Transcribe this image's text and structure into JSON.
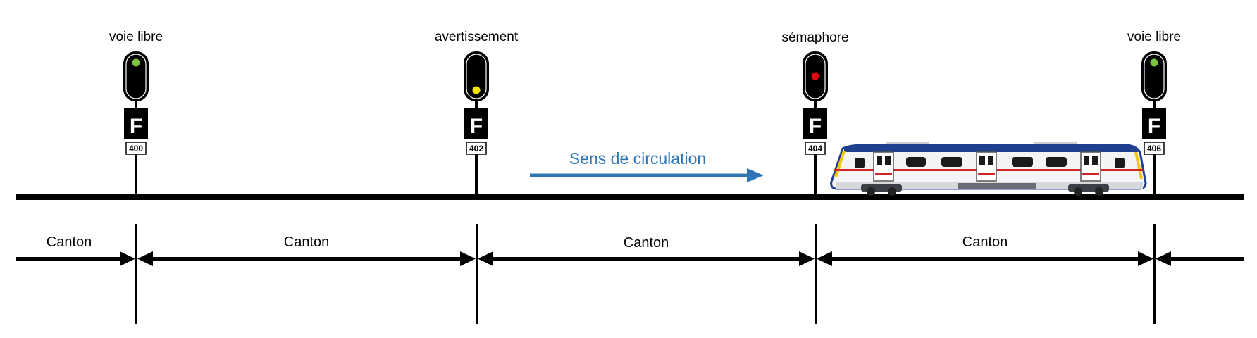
{
  "signals": [
    {
      "state_label": "voie libre",
      "aspect": "green",
      "plate_letter": "F",
      "number": "400"
    },
    {
      "state_label": "avertissement",
      "aspect": "yellow",
      "plate_letter": "F",
      "number": "402"
    },
    {
      "state_label": "sémaphore",
      "aspect": "red",
      "plate_letter": "F",
      "number": "404"
    },
    {
      "state_label": "voie libre",
      "aspect": "green",
      "plate_letter": "F",
      "number": "406"
    }
  ],
  "direction": {
    "label": "Sens de circulation",
    "color": "#2e75b6"
  },
  "blocks": [
    "Canton",
    "Canton",
    "Canton",
    "Canton"
  ],
  "colors": {
    "green": "#7ec242",
    "yellow": "#f5e400",
    "red": "#e30613",
    "track": "#000000",
    "train_blue": "#1f3f8f",
    "train_red": "#d2232a",
    "train_yellow": "#f2c500"
  },
  "icons": {
    "signal": "railway-light-signal-icon",
    "train": "passenger-train-icon"
  }
}
